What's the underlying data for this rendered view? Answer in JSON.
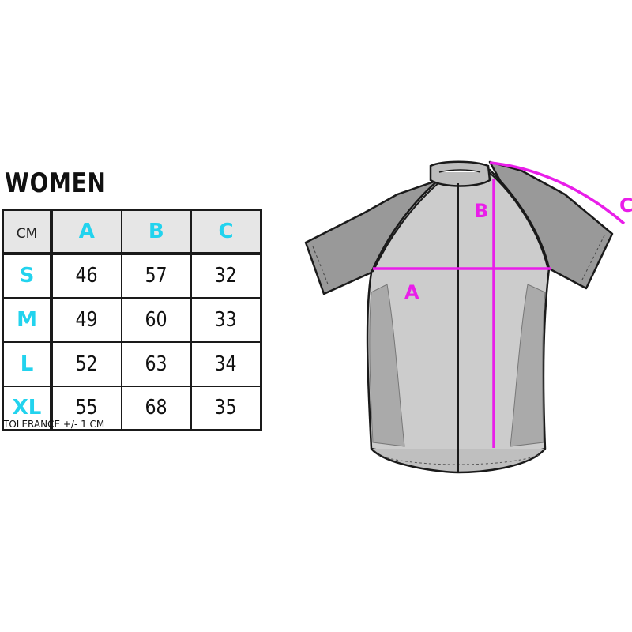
{
  "title": "WOMEN",
  "table": {
    "unit": "CM",
    "columns": [
      "A",
      "B",
      "C"
    ],
    "rows": [
      {
        "size": "S",
        "values": [
          "46",
          "57",
          "32"
        ]
      },
      {
        "size": "M",
        "values": [
          "49",
          "60",
          "33"
        ]
      },
      {
        "size": "L",
        "values": [
          "52",
          "63",
          "34"
        ]
      },
      {
        "size": "XL",
        "values": [
          "55",
          "68",
          "35"
        ]
      }
    ]
  },
  "note": "TOLERANCE +/- 1 CM",
  "diagram": {
    "labels": {
      "a": "A",
      "b": "B",
      "c": "C"
    },
    "accent_color": "#e91ee9",
    "size_color": "#22d3ee"
  }
}
